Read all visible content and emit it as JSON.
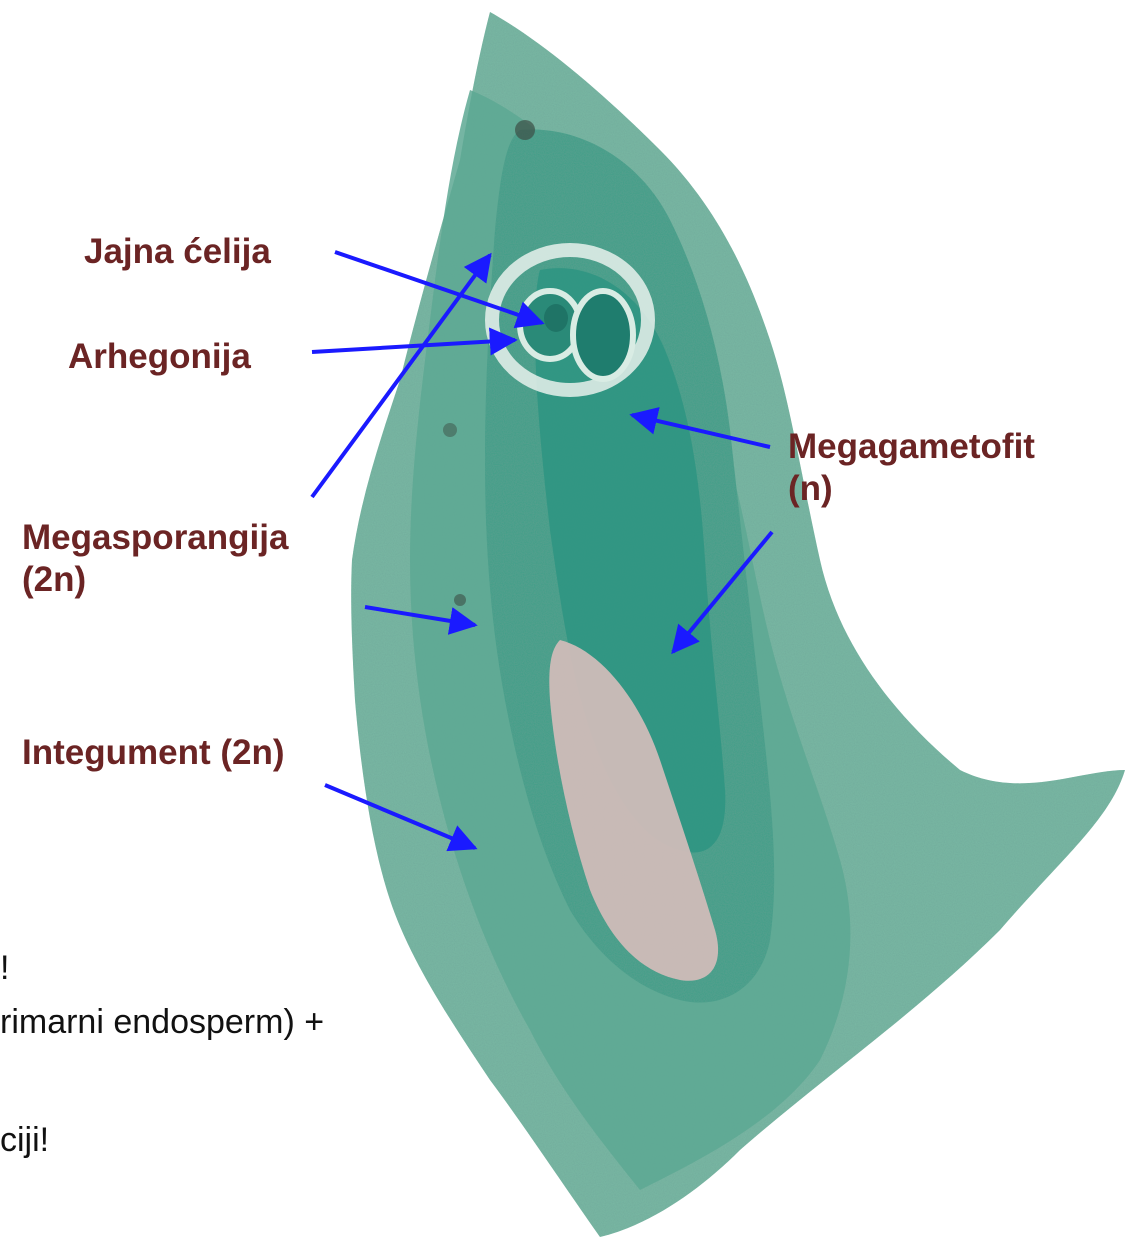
{
  "labels": {
    "jajna_celija": "Jajna ćelija",
    "arhegonija": "Arhegonija",
    "megagametofit_line1": "Megagametofit",
    "megagametofit_line2": "(n)",
    "megasporangija_line1": "Megasporangija",
    "megasporangija_line2": "(2n)",
    "integument": "Integument (2n)"
  },
  "text_fragments": {
    "line1": "!",
    "line2": "rimarni endosperm) +",
    "line3": "ciji!"
  },
  "colors": {
    "label_text": "#6b2424",
    "arrow": "#1a1aff",
    "tissue_light": "#8ec9b4",
    "tissue_mid": "#4fa893",
    "tissue_dark": "#2f8f7c",
    "tissue_pale": "#c9b9b4"
  }
}
